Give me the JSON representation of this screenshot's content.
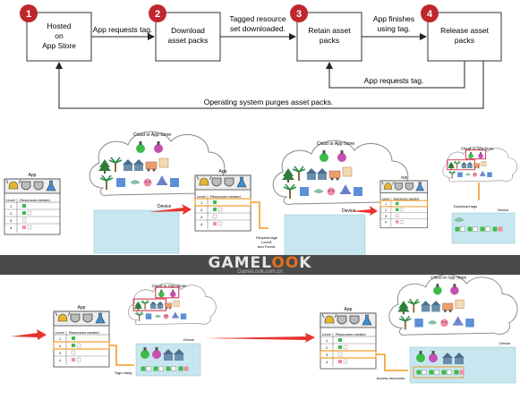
{
  "flow": {
    "steps": [
      {
        "num": "1",
        "label": [
          "Hosted",
          "on",
          "App Store"
        ]
      },
      {
        "num": "2",
        "label": [
          "Download",
          "asset packs"
        ]
      },
      {
        "num": "3",
        "label": [
          "Retain asset",
          "packs"
        ]
      },
      {
        "num": "4",
        "label": [
          "Release asset",
          "packs"
        ]
      }
    ],
    "arrows": {
      "a12": "App requests tag.",
      "a23": [
        "Tagged resource",
        "set downloaded."
      ],
      "a34": [
        "App finishes",
        "using tag."
      ],
      "a43": "App requests tag.",
      "a41": "Operating system purges asset packs."
    }
  },
  "panels": {
    "cloud_label": "Cloud or App Store",
    "app_label": "App",
    "device_label": "Device",
    "level_header": "Level",
    "resources_header": "Resources needed",
    "levels": [
      "1",
      "2",
      "3",
      "4"
    ],
    "annotations": {
      "request": [
        "Request tags",
        "Level1",
        "and Forest."
      ],
      "download": "Download tags",
      "tags_ready": "Tags ready.",
      "access": "Access resources."
    }
  },
  "watermark": {
    "logo_pre": "GAME",
    "logo_o": "O",
    "logo_post": "K",
    "logo_mid": "L",
    "url": "GameLook.com.cn"
  },
  "colors": {
    "step_badge": "#c0272d",
    "big_arrow": "#e8322b",
    "path_arrow": "#f29b26",
    "device_fill": "#c8e6f0",
    "cloud_stroke": "#888888",
    "highlight": "#d0213b"
  }
}
